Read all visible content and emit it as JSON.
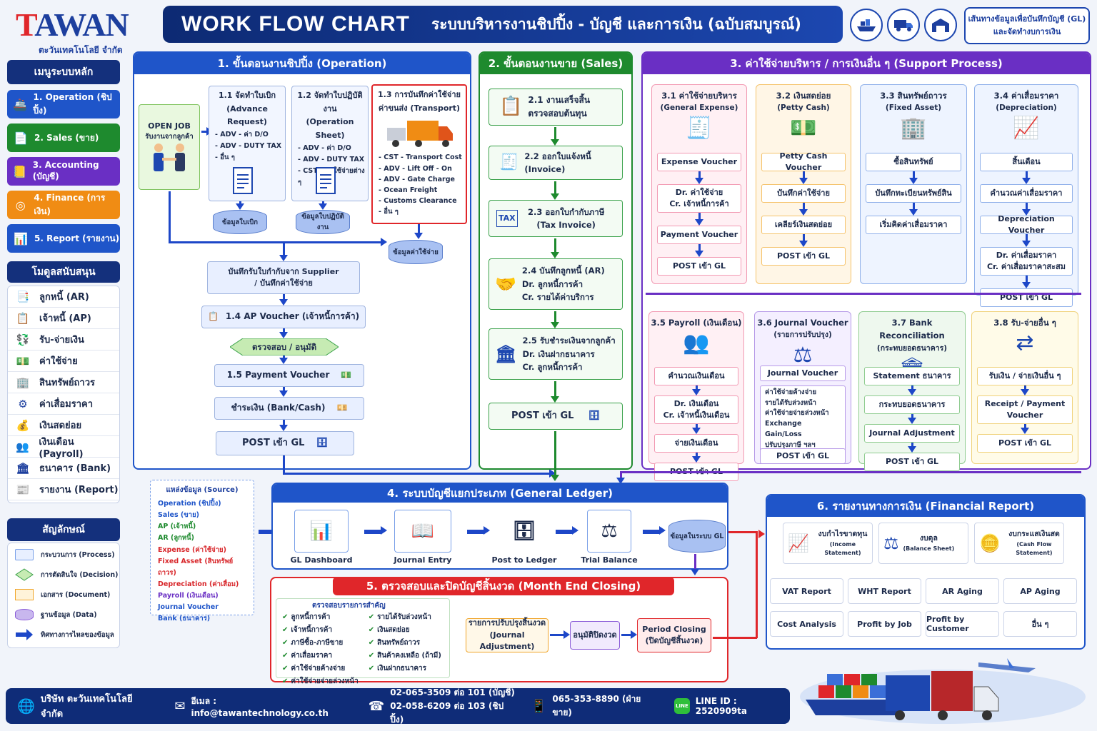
{
  "logo": {
    "brand_t": "T",
    "brand_rest": "AWAN",
    "sub": "ตะวันเทคโนโลยี จำกัด"
  },
  "banner": {
    "en": "WORK FLOW CHART",
    "th": "ระบบบริหารงานชิปปิ้ง - บัญชี และการเงิน (ฉบับสมบูรณ์)"
  },
  "top_link": {
    "line1": "เส้นทางข้อมูลเพื่อบันทึกบัญชี (GL)",
    "line2": "และจัดทำงบการเงิน"
  },
  "sidebar": {
    "menu_title": "เมนูระบบหลัก",
    "menu": [
      {
        "label": "1. Operation (ชิปปิ้ง)",
        "color": "#1f55c9",
        "icon": "ship-icon",
        "glyph": "🚢"
      },
      {
        "label": "2. Sales (ขาย)",
        "color": "#1e8a2e",
        "icon": "document-icon",
        "glyph": "📄"
      },
      {
        "label": "3. Accounting (บัญชี)",
        "color": "#6a2fc4",
        "icon": "ledger-icon",
        "glyph": "📒"
      },
      {
        "label": "4. Finance (การเงิน)",
        "color": "#f08c14",
        "icon": "coin-icon",
        "glyph": "◎"
      },
      {
        "label": "5. Report (รายงาน)",
        "color": "#1f55c9",
        "icon": "chart-icon",
        "glyph": "📊"
      }
    ],
    "module_title": "โมดูลสนับสนุน",
    "modules": [
      {
        "label": "ลูกหนี้ (AR)",
        "icon": "ar-icon",
        "glyph": "📑"
      },
      {
        "label": "เจ้าหนี้ (AP)",
        "icon": "ap-icon",
        "glyph": "📋"
      },
      {
        "label": "รับ-จ่ายเงิน",
        "icon": "cash-icon",
        "glyph": "💱"
      },
      {
        "label": "ค่าใช้จ่าย",
        "icon": "expense-icon",
        "glyph": "💵"
      },
      {
        "label": "สินทรัพย์ถาวร",
        "icon": "building-icon",
        "glyph": "🏢"
      },
      {
        "label": "ค่าเสื่อมราคา",
        "icon": "depreciation-icon",
        "glyph": "⚙"
      },
      {
        "label": "เงินสดย่อย",
        "icon": "petty-cash-icon",
        "glyph": "💰"
      },
      {
        "label": "เงินเดือน (Payroll)",
        "icon": "payroll-icon",
        "glyph": "👥"
      },
      {
        "label": "ธนาคาร (Bank)",
        "icon": "bank-icon",
        "glyph": "🏛"
      },
      {
        "label": "รายงาน (Report)",
        "icon": "report-icon",
        "glyph": "📰"
      }
    ],
    "legend_title": "สัญลักษณ์",
    "legend": [
      {
        "label": "กระบวนการ (Process)",
        "kind": "process"
      },
      {
        "label": "การตัดสินใจ (Decision)",
        "kind": "decision"
      },
      {
        "label": "เอกสาร (Document)",
        "kind": "document"
      },
      {
        "label": "ฐานข้อมูล (Data)",
        "kind": "data"
      },
      {
        "label": "ทิศทางการไหลของข้อมูล",
        "kind": "arrow"
      }
    ]
  },
  "op": {
    "title": "1. ขั้นตอนงานชิปปิ้ง (Operation)",
    "open_job": "OPEN JOB",
    "open_job_sub": "รับงานจากลูกค้า",
    "c11_title": "1.1 จัดทำใบเบิก",
    "c11_sub": "(Advance Request)",
    "c11_items": [
      "ADV - ค่า D/O",
      "ADV - DUTY TAX",
      "อื่น ๆ"
    ],
    "c12_title": "1.2 จัดทำใบปฏิบัติงาน",
    "c12_sub": "(Operation Sheet)",
    "c12_items": [
      "ADV - ค่า D/O",
      "ADV - DUTY TAX",
      "CST - ค่าใช้จ่ายต่าง ๆ"
    ],
    "c13_title": "1.3 การบันทึกค่าใช้จ่าย",
    "c13_sub": "ค่าขนส่ง (Transport)",
    "c13_items": [
      "CST - Transport Cost",
      "ADV - Lift Off - On",
      "ADV - Gate Charge",
      "Ocean Freight",
      "Customs Clearance",
      "อื่น ๆ"
    ],
    "db1": "ข้อมูลใบเบิก",
    "db2": "ข้อมูลใบปฏิบัติงาน",
    "db3": "ข้อมูลค่าใช้จ่าย",
    "supplier_1": "บันทึกรับใบกำกับจาก Supplier",
    "supplier_2": "/ บันทึกค่าใช้จ่าย",
    "ap": "1.4 AP Voucher (เจ้าหนี้การค้า)",
    "approve": "ตรวจสอบ / อนุมัติ",
    "pv": "1.5 Payment Voucher",
    "pay": "ชำระเงิน (Bank/Cash)",
    "post": "POST เข้า GL"
  },
  "sales": {
    "title": "2. ขั้นตอนงานขาย (Sales)",
    "s21_a": "2.1 งานเสร็จสิ้น",
    "s21_b": "ตรวจสอบต้นทุน",
    "s22": "2.2 ออกใบแจ้งหนี้ (Invoice)",
    "s23_a": "2.3 ออกใบกำกับภาษี",
    "s23_b": "(Tax Invoice)",
    "s24_a": "2.4 บันทึกลูกหนี้ (AR)",
    "s24_b": "Dr. ลูกหนี้การค้า",
    "s24_c": "Cr. รายได้ค่าบริการ",
    "s25_a": "2.5 รับชำระเงินจากลูกค้า",
    "s25_b": "Dr. เงินฝากธนาคาร",
    "s25_c": "Cr. ลูกหนี้การค้า",
    "post": "POST เข้า GL"
  },
  "support": {
    "title": "3. ค่าใช้จ่ายบริหาร / การเงินอื่น ๆ (Support Process)",
    "c31": {
      "t": "3.1 ค่าใช้จ่ายบริหาร",
      "s": "(General Expense)",
      "b": [
        "Expense Voucher",
        "Dr. ค่าใช้จ่าย|Cr. เจ้าหนี้การค้า",
        "Payment Voucher",
        "POST เข้า GL"
      ]
    },
    "c32": {
      "t": "3.2 เงินสดย่อย",
      "s": "(Petty Cash)",
      "b": [
        "Petty Cash Voucher",
        "บันทึกค่าใช้จ่าย",
        "เคลียร์เงินสดย่อย",
        "POST เข้า GL"
      ]
    },
    "c33": {
      "t": "3.3 สินทรัพย์ถาวร",
      "s": "(Fixed Asset)",
      "b": [
        "ซื้อสินทรัพย์",
        "บันทึกทะเบียนทรัพย์สิน",
        "เริ่มคิดค่าเสื่อมราคา"
      ]
    },
    "c34": {
      "t": "3.4 ค่าเสื่อมราคา",
      "s": "(Depreciation)",
      "b": [
        "สิ้นเดือน",
        "คำนวณค่าเสื่อมราคา",
        "Depreciation Voucher",
        "Dr. ค่าเสื่อมราคา|Cr. ค่าเสื่อมราคาสะสม",
        "POST เข้า GL"
      ]
    },
    "c35": {
      "t": "3.5 Payroll (เงินเดือน)",
      "b": [
        "คำนวณเงินเดือน",
        "Dr. เงินเดือน|Cr. เจ้าหนี้เงินเดือน",
        "จ่ายเงินเดือน",
        "POST เข้า GL"
      ]
    },
    "c36": {
      "t": "3.6 Journal Voucher",
      "s": "(รายการปรับปรุง)",
      "jv": "Journal Voucher",
      "items": [
        "ค่าใช้จ่ายค้างจ่าย",
        "รายได้รับล่วงหน้า",
        "ค่าใช้จ่ายจ่ายล่วงหน้า",
        "Exchange Gain/Loss",
        "ปรับปรุงภาษี ฯลฯ"
      ],
      "post": "POST เข้า GL"
    },
    "c37": {
      "t": "3.7 Bank Reconciliation",
      "s": "(กระทบยอดธนาคาร)",
      "b": [
        "Statement ธนาคาร",
        "กระทบยอดธนาคาร",
        "Journal Adjustment",
        "POST เข้า GL"
      ]
    },
    "c38": {
      "t": "3.8 รับ-จ่ายอื่น ๆ",
      "b": [
        "รับเงิน / จ่ายเงินอื่น ๆ",
        "Receipt / Payment|Voucher",
        "POST เข้า GL"
      ]
    }
  },
  "source": {
    "title": "แหล่งข้อมูล (Source)",
    "items": [
      {
        "t": "Operation (ชิปปิ้ง)",
        "c": "#1f55c9"
      },
      {
        "t": "Sales (ขาย)",
        "c": "#1f55c9"
      },
      {
        "t": "AP (เจ้าหนี้)",
        "c": "#1e8a2e"
      },
      {
        "t": "AR (ลูกหนี้)",
        "c": "#1e8a2e"
      },
      {
        "t": "Expense (ค่าใช้จ่าย)",
        "c": "#d8262a"
      },
      {
        "t": "Fixed Asset (สินทรัพย์ถาวร)",
        "c": "#d8262a"
      },
      {
        "t": "Depreciation (ค่าเสื่อม)",
        "c": "#d8262a"
      },
      {
        "t": "Payroll (เงินเดือน)",
        "c": "#6a2fc4"
      },
      {
        "t": "Journal Voucher",
        "c": "#1f55c9"
      },
      {
        "t": "Bank (ธนาคาร)",
        "c": "#1f55c9"
      }
    ]
  },
  "gl": {
    "title": "4. ระบบบัญชีแยกประเภท (General Ledger)",
    "items": [
      "GL Dashboard",
      "Journal Entry",
      "Post to Ledger",
      "Trial Balance"
    ],
    "db": "ข้อมูลในระบบ GL"
  },
  "closing": {
    "title": "5. ตรวจสอบและปิดบัญชีสิ้นงวด (Month End Closing)",
    "check_title": "ตรวจสอบรายการสำคัญ",
    "left": [
      "ลูกหนี้การค้า",
      "เจ้าหนี้การค้า",
      "ภาษีซื้อ-ภาษีขาย",
      "ค่าเสื่อมราคา",
      "ค่าใช้จ่ายค้างจ่าย",
      "ค่าใช้จ่ายจ่ายล่วงหน้า"
    ],
    "right": [
      "รายได้รับล่วงหน้า",
      "เงินสดย่อย",
      "สินทรัพย์ถาวร",
      "สินค้าคงเหลือ (ถ้ามี)",
      "เงินฝากธนาคาร"
    ],
    "adj_1": "รายการปรับปรุงสิ้นงวด",
    "adj_2": "(Journal Adjustment)",
    "approve": "อนุมัติปิดงวด",
    "period_1": "Period Closing",
    "period_2": "(ปิดบัญชีสิ้นงวด)",
    "check": "✔"
  },
  "report": {
    "title": "6. รายงานทางการเงิน (Financial Report)",
    "fs": [
      {
        "t": "งบกำไรขาดทุน",
        "s": "(Income Statement)"
      },
      {
        "t": "งบดุล",
        "s": "(Balance Sheet)"
      },
      {
        "t": "งบกระแสเงินสด",
        "s": "(Cash Flow Statement)"
      }
    ],
    "grid": [
      "VAT Report",
      "WHT Report",
      "AR Aging",
      "AP Aging",
      "Cost Analysis",
      "Profit by Job",
      "Profit by Customer",
      "อื่น ๆ"
    ]
  },
  "footer": {
    "company": "บริษัท ตะวันเทคโนโลยี จำกัด",
    "email": "อีเมล : info@tawantechnology.co.th",
    "phone1": "02-065-3509 ต่อ 101 (บัญชี)",
    "phone2": "02-058-6209 ต่อ 103 (ชิปปิ้ง)",
    "mobile": "065-353-8890 (ฝ่ายขาย)",
    "line": "LINE ID : 2520909ta"
  }
}
